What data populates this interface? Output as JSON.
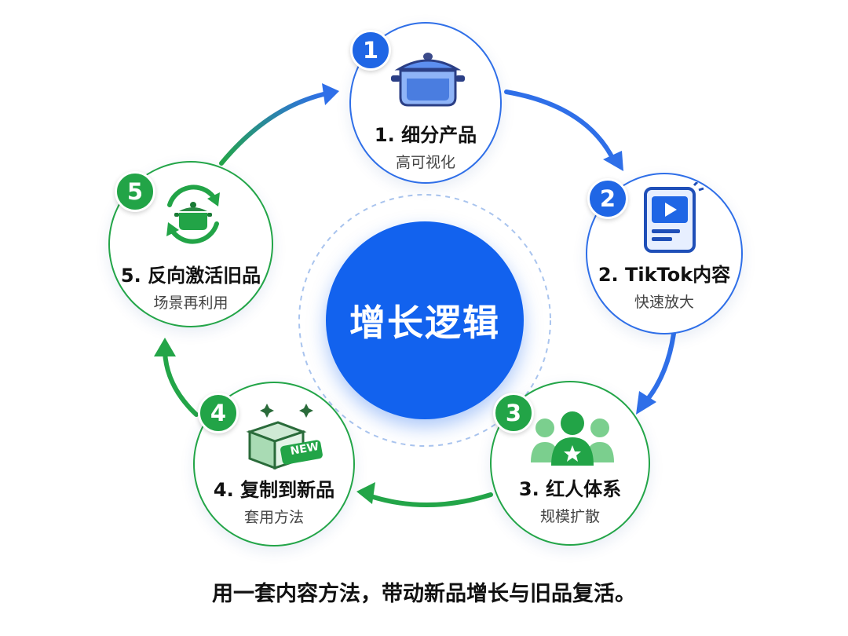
{
  "center": {
    "title": "增长逻辑"
  },
  "steps": [
    {
      "number": "1",
      "title": "1. 细分产品",
      "subtitle": "高可视化",
      "icon": "pot-icon",
      "color": "#2f6fe8"
    },
    {
      "number": "2",
      "title": "2. TikTok内容",
      "subtitle": "快速放大",
      "icon": "video-phone-icon",
      "color": "#2f6fe8"
    },
    {
      "number": "3",
      "title": "3. 红人体系",
      "subtitle": "规模扩散",
      "icon": "influencer-group-icon",
      "color": "#23a548"
    },
    {
      "number": "4",
      "title": "4. 复制到新品",
      "subtitle": "套用方法",
      "icon": "new-box-icon",
      "badge": "NEW",
      "color": "#23a548"
    },
    {
      "number": "5",
      "title": "5. 反向激活旧品",
      "subtitle": "场景再利用",
      "icon": "recycle-pot-icon",
      "color": "#23a548"
    }
  ],
  "caption": "用一套内容方法，带动新品增长与旧品复活。",
  "colors": {
    "blue": "#1f66e5",
    "green": "#22a447",
    "center": "#1262ee"
  }
}
